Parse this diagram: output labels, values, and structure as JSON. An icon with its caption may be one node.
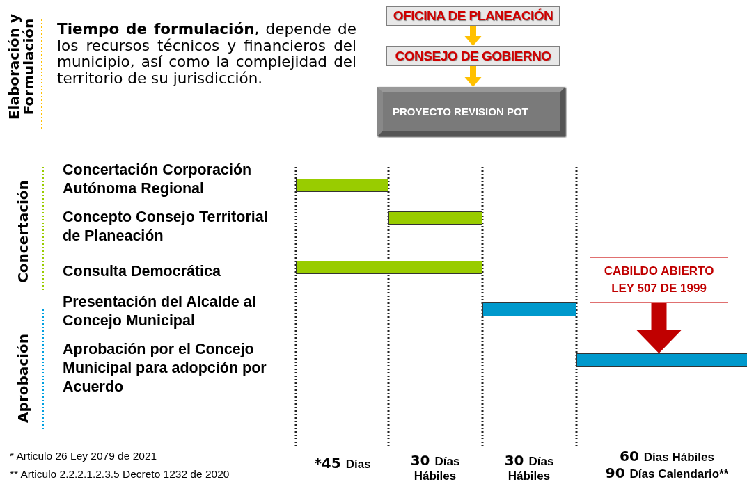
{
  "diagram": {
    "nodes": [
      {
        "text": [
          "OFICINA DE PLANEACIÓN"
        ]
      },
      {
        "text": [
          "CONSEJO DE GOBIERNO"
        ]
      },
      {
        "text": [
          "PROYECTO REVISION POT"
        ]
      },
      {
        "text": [],
        "shape": "bar"
      },
      {
        "text": [],
        "shape": "bar"
      },
      {
        "text": [],
        "shape": "bar"
      },
      {
        "text": [
          "CABILDO ABIERTO LEY 507 DE 1999"
        ]
      },
      {
        "text": [],
        "shape": "bar"
      },
      {
        "text": [],
        "shape": "bar"
      }
    ],
    "edges": [
      {
        "from": 0,
        "to": 1,
        "arrow": "to"
      },
      {
        "from": 1,
        "to": 2,
        "arrow": "to"
      },
      {
        "from": 6,
        "to": 8,
        "arrow": "to",
        "style": "thick",
        "color": "#c00000"
      }
    ],
    "labels": [
      "Elaboración y Formulación",
      "**Tiempo de formulación**, depende de los recursos técnicos y financieros del municipio, así como la complejidad del territorio de su jurisdicción.",
      "Concertación",
      "Concertación Corporación Autónoma Regional",
      "Concepto Consejo Territorial de Planeación",
      "Consulta Democrática",
      "Presentación del Alcalde al Concejo Municipal",
      "Aprobación",
      "Aprobación por el Concejo Municipal para adopción por Acuerdo",
      "* Articulo 26 Ley 2079 de 2021",
      "** Articulo 2.2.2.1.2.3.5 Decreto 1232 de 2020",
      "*45 Días",
      "30 Días Hábiles",
      "30 Días Hábiles",
      "60 Días Hábiles",
      "90 Días Calendario**"
    ]
  }
}
